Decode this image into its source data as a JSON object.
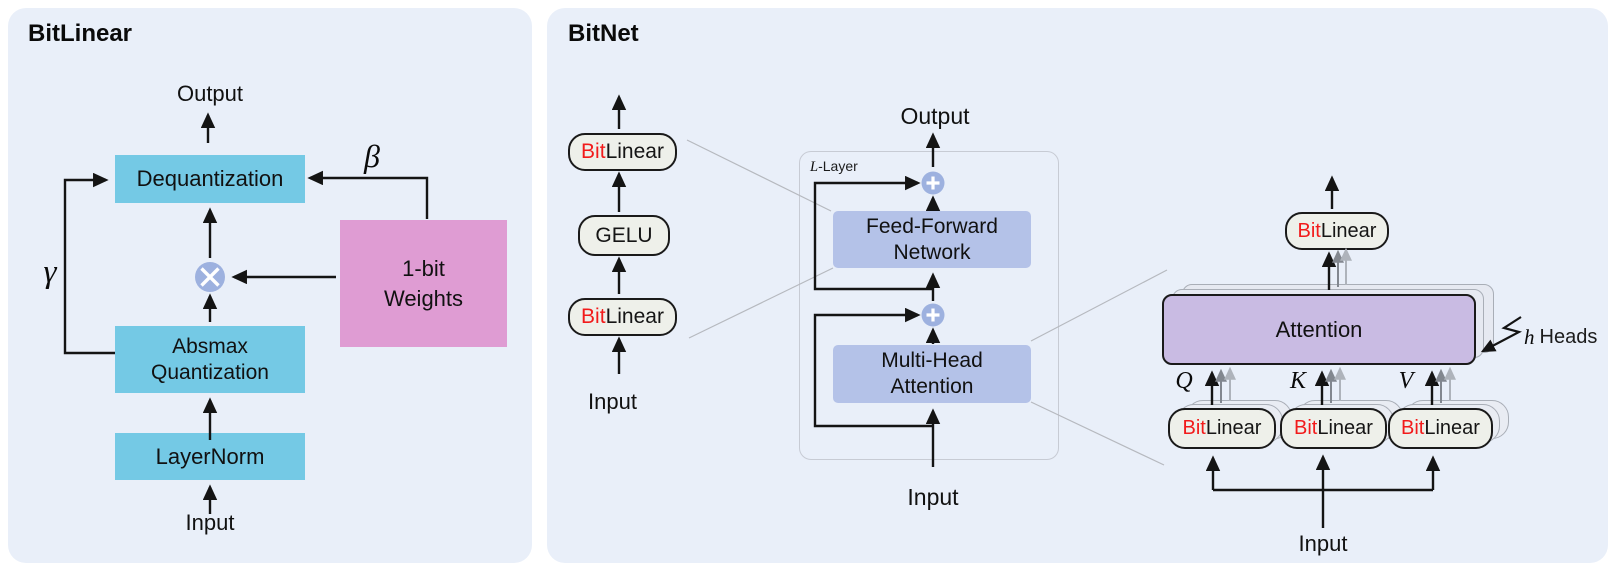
{
  "colors": {
    "panel_bg": "#e9eff9",
    "cyan_box": "#74c9e5",
    "pink_box": "#df9cd3",
    "periwinkle_box": "#b4c2e8",
    "purple_box": "#c9bbe3",
    "op_circle": "#9db1df",
    "pill_bg": "#eef0ea",
    "bit_red": "#f21b1b"
  },
  "icons": {
    "multiply_circle": "⊗",
    "add_circle": "⊕"
  },
  "left_panel": {
    "title": "BitLinear",
    "output": "Output",
    "input": "Input",
    "boxes": {
      "dequantization": "Dequantization",
      "absmax": [
        "Absmax",
        "Quantization"
      ],
      "layernorm": "LayerNorm",
      "weights": [
        "1-bit",
        "Weights"
      ]
    },
    "symbols": {
      "beta": "β",
      "gamma": "γ"
    }
  },
  "right_panel": {
    "title": "BitNet",
    "pill": {
      "bit": "Bit",
      "linear": "Linear"
    },
    "gelu": "GELU",
    "stack_input": "Input",
    "output": "Output",
    "layer_label": {
      "l": "L",
      "rest": "-Layer"
    },
    "ffn": [
      "Feed-Forward",
      "Network"
    ],
    "mha": [
      "Multi-Head",
      "Attention"
    ],
    "layer_input": "Input",
    "attention": "Attention",
    "heads": {
      "h": "h",
      "rest": "Heads"
    },
    "qkv": {
      "q": "Q",
      "k": "K",
      "v": "V"
    },
    "detail_input": "Input"
  }
}
